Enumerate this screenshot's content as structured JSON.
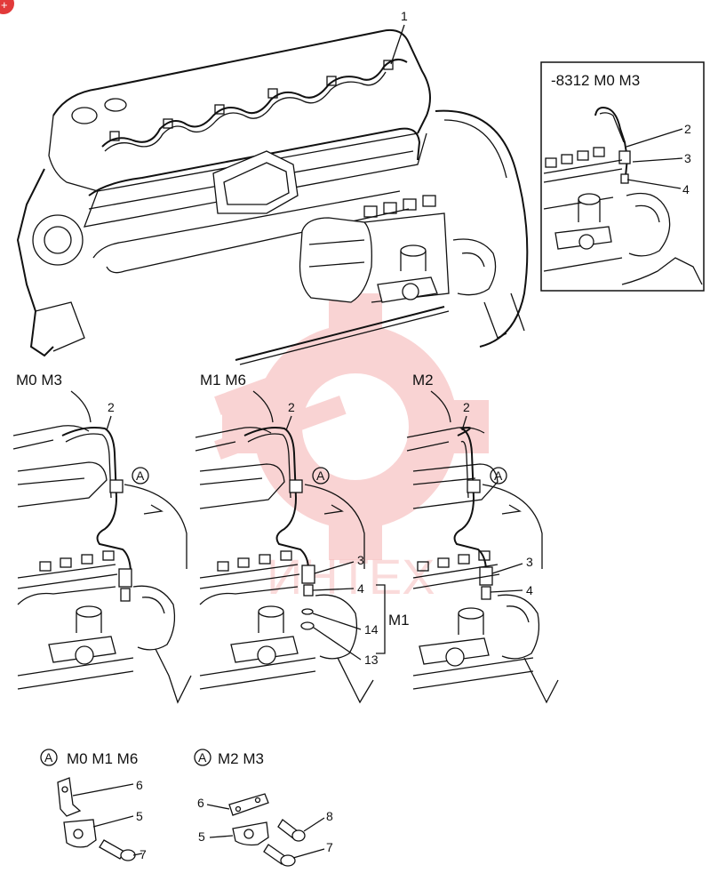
{
  "corner_badge": "+",
  "callouts": {
    "top": "1",
    "inset_title": "-8312 M0 M3",
    "inset_2": "2",
    "inset_3": "3",
    "inset_4": "4",
    "panel1_title": "M0 M3",
    "panel1_2": "2",
    "panel2_title": "M1 M6",
    "panel2_2": "2",
    "panel2_3": "3",
    "panel2_4": "4",
    "panel2_14": "14",
    "panel2_13": "13",
    "panel2_group": "M1",
    "panel3_title": "M2",
    "panel3_2": "2",
    "panel3_3": "3",
    "panel3_4": "4",
    "ref_a": "A",
    "detail1_title": "M0 M1 M6",
    "detail1_6": "6",
    "detail1_5": "5",
    "detail1_7": "7",
    "detail2_title": "M2 M3",
    "detail2_6": "6",
    "detail2_5": "5",
    "detail2_8": "8",
    "detail2_7": "7"
  },
  "watermark_text": "ИНТЕХ",
  "colors": {
    "line": "#111111",
    "watermark": "#e63b3b",
    "badge": "#e23a3a"
  }
}
